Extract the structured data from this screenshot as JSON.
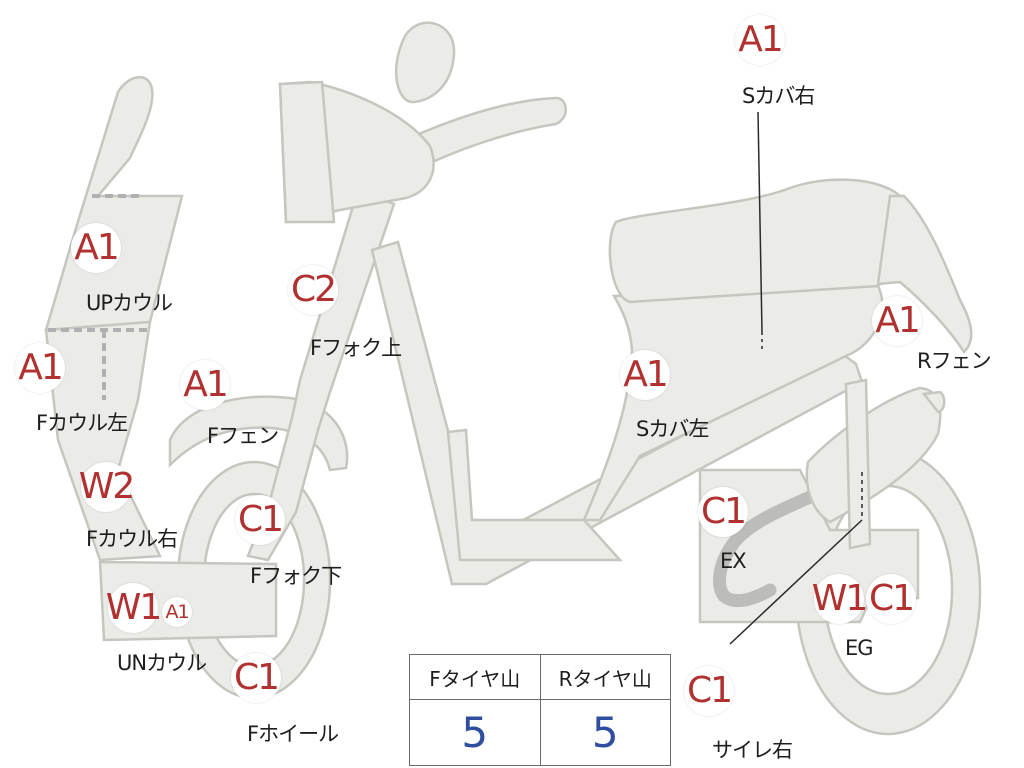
{
  "colors": {
    "part_fill": "#ebebe7",
    "part_stroke": "#c6c6c0",
    "code_red": "#b0312f",
    "value_blue": "#2f4ea0"
  },
  "parts": [
    {
      "id": "up_cowl",
      "code": "A1",
      "label": "UPカウル"
    },
    {
      "id": "f_cowl_left",
      "code": "A1",
      "label": "Fカウル左"
    },
    {
      "id": "f_cowl_right",
      "code": "W2",
      "label": "Fカウル右"
    },
    {
      "id": "un_cowl",
      "code": "W1",
      "code2": "A1",
      "label": "UNカウル"
    },
    {
      "id": "f_wheel",
      "code": "C1",
      "label": "Fホイール"
    },
    {
      "id": "f_fender",
      "code": "A1",
      "label": "Fフェン"
    },
    {
      "id": "f_fork_upper",
      "code": "C2",
      "label": "Fフォク上"
    },
    {
      "id": "f_fork_lower",
      "code": "C1",
      "label": "Fフォク下"
    },
    {
      "id": "s_cover_left",
      "code": "A1",
      "label": "Sカバ左"
    },
    {
      "id": "s_cover_right",
      "code": "A1",
      "label": "Sカバ右"
    },
    {
      "id": "r_fender",
      "code": "A1",
      "label": "Rフェン"
    },
    {
      "id": "exhaust",
      "code": "C1",
      "label": "EX"
    },
    {
      "id": "engine",
      "code": "W1",
      "code2": "C1",
      "label": "EG"
    },
    {
      "id": "muffler_right",
      "code": "C1",
      "label": "サイレ右"
    }
  ],
  "tire_table": {
    "headers": [
      "Fタイヤ山",
      "Rタイヤ山"
    ],
    "values": [
      "5",
      "5"
    ]
  }
}
